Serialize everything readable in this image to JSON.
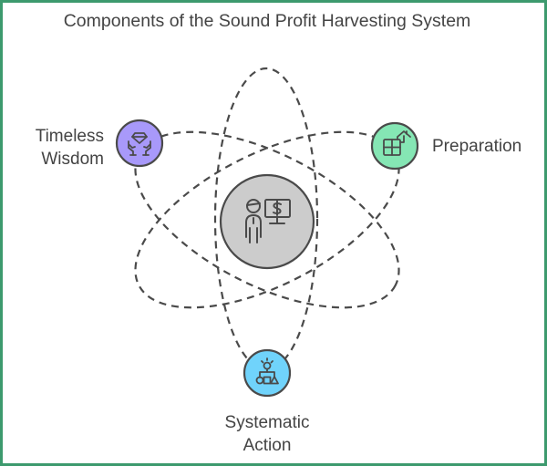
{
  "title": "Components of the Sound Profit Harvesting System",
  "colors": {
    "border": "#3d9a6e",
    "stroke": "#4a4a4a",
    "center_fill": "#cccccc",
    "wisdom_fill": "#a899fa",
    "preparation_fill": "#85e6b4",
    "action_fill": "#70d3fb",
    "text": "#444444"
  },
  "center": {
    "icon": "investor-screen-dollar-icon"
  },
  "nodes": [
    {
      "id": "timeless-wisdom",
      "label_lines": [
        "Timeless",
        "Wisdom"
      ],
      "icon": "hands-diamond-icon"
    },
    {
      "id": "preparation",
      "label_lines": [
        "Preparation"
      ],
      "icon": "house-calculator-icon"
    },
    {
      "id": "systematic-action",
      "label_lines": [
        "Systematic",
        "Action"
      ],
      "icon": "lightbulb-shapes-icon"
    }
  ]
}
